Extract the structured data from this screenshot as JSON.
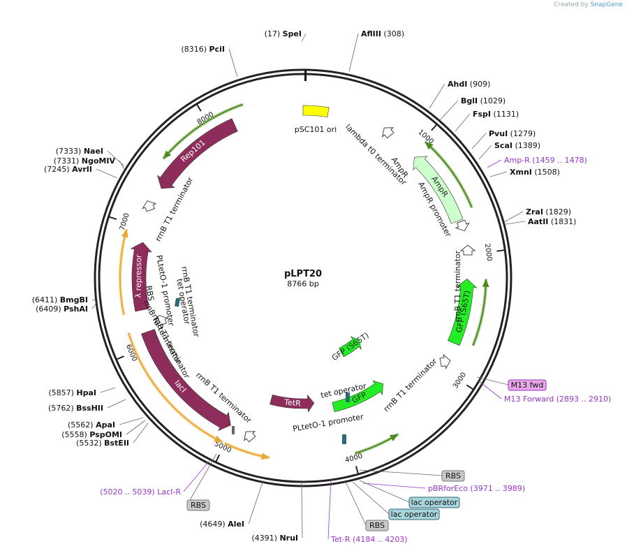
{
  "credit": {
    "prefix": "Created by",
    "brand": "SnapGene"
  },
  "plasmid": {
    "name": "pLPT20",
    "size_label": "8766 bp",
    "length": 8766
  },
  "ticks": [
    "1000",
    "2000",
    "3000",
    "4000",
    "5000",
    "6000",
    "7000",
    "8000"
  ],
  "colors": {
    "feature": "#8e2d5c",
    "gfp": "#22ee22",
    "ori": "#ffff00",
    "ampr": "#ccffcc",
    "primer": "#9933cc",
    "operator": "#2d6b72",
    "orf_arc": "#e8a830",
    "orf_arc_green": "#4a8a1a"
  },
  "features": [
    {
      "name": "Rep101",
      "start": 7360,
      "end": 8200,
      "type": "feature-arrow",
      "dir": "ccw",
      "r": 0.86
    },
    {
      "name": "pSC101 ori",
      "start": 0,
      "end": 200,
      "type": "ori-box",
      "r": 0.86
    },
    {
      "name": "AmpR",
      "start": 1020,
      "end": 1700,
      "type": "ampr-arrow",
      "dir": "ccw",
      "r": 0.84
    },
    {
      "name": "GFP (S65T)",
      "start": 2200,
      "end": 2780,
      "type": "gfp-arrow",
      "dir": "ccw",
      "r": 0.8
    },
    {
      "name": "λ repressor",
      "start": 6260,
      "end": 6900,
      "type": "feature-arrow",
      "dir": "cw",
      "r": 0.82
    },
    {
      "name": "lacI",
      "start": 4950,
      "end": 6150,
      "type": "feature-arrow",
      "dir": "ccw",
      "r": 0.82
    },
    {
      "name": "TetR",
      "start": 4180,
      "end": 4780,
      "type": "feature-arrow",
      "dir": "ccw",
      "r": 0.5
    },
    {
      "name": "GFP",
      "start": 3450,
      "end": 4080,
      "type": "gfp-arrow",
      "dir": "ccw",
      "r": 0.55
    },
    {
      "name": "GFP (S65T)",
      "start": 3350,
      "end": 3700,
      "type": "gfp-arrow-inner",
      "dir": "ccw",
      "r": 0.38
    }
  ],
  "feature_labels": [
    {
      "text": "pSC101 ori"
    },
    {
      "text": "lambda t0 terminator"
    },
    {
      "text": "AmpR promoter"
    },
    {
      "text": "AmpR"
    },
    {
      "text": "rrnB T1 terminator"
    },
    {
      "text": "rrnB T1 terminator"
    },
    {
      "text": "rrnB T1 terminator"
    },
    {
      "text": "tet operator"
    },
    {
      "text": "RBS"
    },
    {
      "text": "PLtetO-1 promoter"
    },
    {
      "text": "rrnB T1 terminator"
    },
    {
      "text": "rrnB T1 terminator"
    },
    {
      "text": "tet operator"
    },
    {
      "text": "PLtetO-1 promoter"
    },
    {
      "text": "rrnB T1 terminator"
    }
  ],
  "sites": [
    {
      "name": "SpeI",
      "pos": "(17)"
    },
    {
      "name": "AflIII",
      "pos": "(308)"
    },
    {
      "name": "PciI",
      "pos": "(8316)"
    },
    {
      "name": "AhdI",
      "pos": "(909)"
    },
    {
      "name": "BglI",
      "pos": "(1029)"
    },
    {
      "name": "FspI",
      "pos": "(1131)"
    },
    {
      "name": "PvuI",
      "pos": "(1279)"
    },
    {
      "name": "ScaI",
      "pos": "(1389)"
    },
    {
      "name": "XmnI",
      "pos": "(1508)"
    },
    {
      "name": "ZraI",
      "pos": "(1829)"
    },
    {
      "name": "AatII",
      "pos": "(1831)"
    },
    {
      "name": "NaeI",
      "pos": "(7333)"
    },
    {
      "name": "NgoMIV",
      "pos": "(7331)"
    },
    {
      "name": "AvrII",
      "pos": "(7245)"
    },
    {
      "name": "BmgBI",
      "pos": "(6411)"
    },
    {
      "name": "PshAI",
      "pos": "(6409)"
    },
    {
      "name": "HpaI",
      "pos": "(5857)"
    },
    {
      "name": "BssHII",
      "pos": "(5762)"
    },
    {
      "name": "ApaI",
      "pos": "(5562)"
    },
    {
      "name": "PspOMI",
      "pos": "(5558)"
    },
    {
      "name": "BstEII",
      "pos": "(5532)"
    },
    {
      "name": "AleI",
      "pos": "(4649)"
    },
    {
      "name": "NruI",
      "pos": "(4391)"
    }
  ],
  "primers": [
    {
      "name": "Amp-R",
      "range": "(1459 .. 1478)"
    },
    {
      "name": "M13 Forward",
      "range": "(2893 .. 2910)"
    },
    {
      "name": "pBRforEco",
      "range": "(3971 .. 3989)"
    },
    {
      "name": "Tet-R",
      "range": "(4184 .. 4203)"
    },
    {
      "name": "LacI-R",
      "range": "(5020 .. 5039)"
    }
  ],
  "boxed_labels": [
    {
      "text": "M13 fwd",
      "style": "primer-box"
    },
    {
      "text": "RBS",
      "style": "gray-box"
    },
    {
      "text": "lac operator",
      "style": "blue-box"
    },
    {
      "text": "lac operator",
      "style": "blue-box"
    },
    {
      "text": "RBS",
      "style": "gray-box"
    },
    {
      "text": "RBS",
      "style": "gray-box"
    }
  ]
}
